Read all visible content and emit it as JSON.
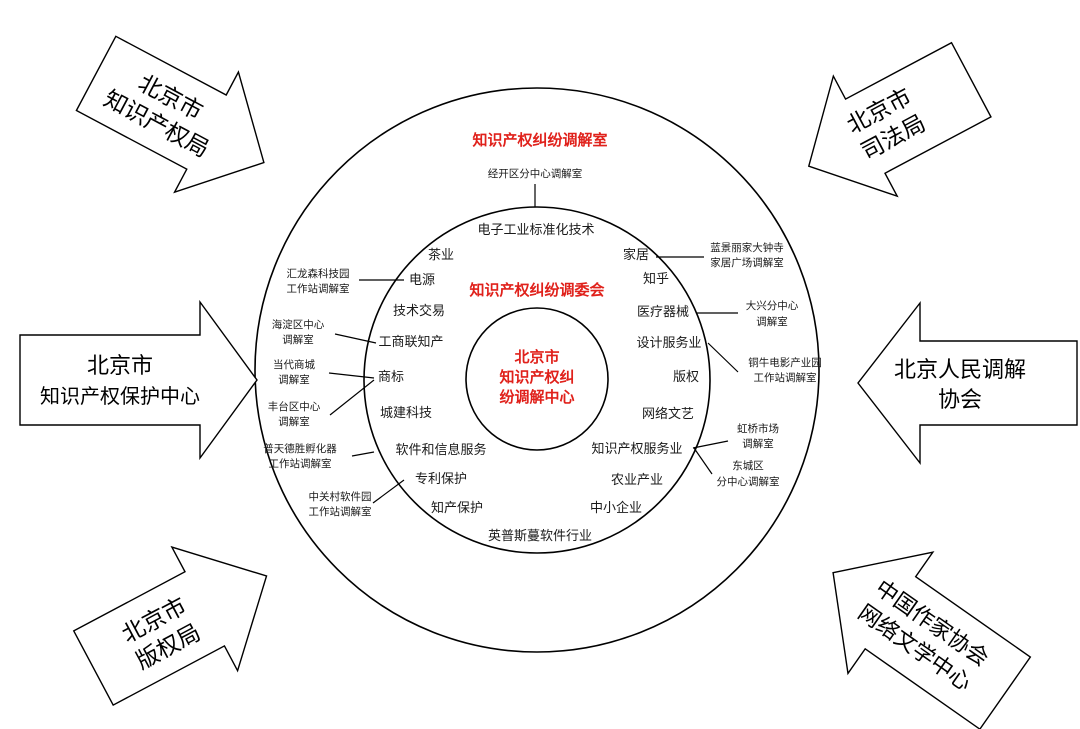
{
  "center": {
    "line1": "北京市",
    "line2": "知识产权纠",
    "line3": "纷调解中心"
  },
  "committee_title": "知识产权纠纷调委会",
  "room_title": "知识产权纠纷调解室",
  "top_room": "经开区分中心调解室",
  "sectors": [
    "电子工业标准化技术",
    "家居",
    "知乎",
    "医疗器械",
    "设计服务业",
    "版权",
    "网络文艺",
    "知识产权服务业",
    "农业产业",
    "中小企业",
    "英普斯蔓软件行业",
    "知产保护",
    "专利保护",
    "软件和信息服务",
    "城建科技",
    "商标",
    "工商联知产",
    "技术交易",
    "电源",
    "茶业"
  ],
  "rooms": {
    "lanjing": [
      "蓝景丽家大钟寺",
      "家居广场调解室"
    ],
    "daxing": [
      "大兴分中心",
      "调解室"
    ],
    "tongniu": [
      "铜牛电影产业园",
      "工作站调解室"
    ],
    "hongqiao": [
      "虹桥市场",
      "调解室"
    ],
    "dongcheng": [
      "东城区",
      "分中心调解室"
    ],
    "huilongsen": [
      "汇龙森科技园",
      "工作站调解室"
    ],
    "haidian": [
      "海淀区中心",
      "调解室"
    ],
    "dangdai": [
      "当代商城",
      "调解室"
    ],
    "fengtai": [
      "丰台区中心",
      "调解室"
    ],
    "putiande": [
      "普天德胜孵化器",
      "工作站调解室"
    ],
    "zhongguancun": [
      "中关村软件园",
      "工作站调解室"
    ]
  },
  "arrows": {
    "top_left": [
      "北京市",
      "知识产权局"
    ],
    "top_right": [
      "北京市",
      "司法局"
    ],
    "mid_left": [
      "北京市",
      "知识产权保护中心"
    ],
    "mid_right": [
      "北京人民调解",
      "协会"
    ],
    "bottom_left": [
      "北京市",
      "版权局"
    ],
    "bottom_right": [
      "中国作家协会",
      "网络文学中心"
    ]
  }
}
